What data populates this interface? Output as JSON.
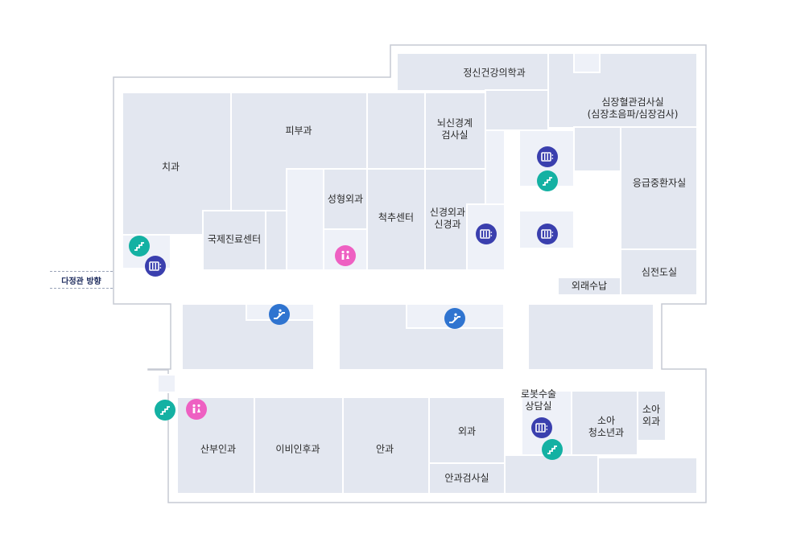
{
  "rooms": {
    "psychiatry": "정신건강의학과",
    "cardio_exam": "심장혈관검사실\n(심장초음파/심장검사)",
    "dental": "치과",
    "dermatology": "피부과",
    "neuro_exam": "뇌신경계\n검사실",
    "emergency_room": "응급중환자실",
    "plastic_surgery": "성형외과",
    "spine_center": "척추센터",
    "neurosurgery": "신경외과\n신경과",
    "international_center": "국제진료센터",
    "ecg_room": "심전도실",
    "outpatient_payment": "외래수납",
    "obgyn": "산부인과",
    "ent": "이비인후과",
    "ophthalmology": "안과",
    "surgery": "외과",
    "ophthalmic_exam": "안과검사실",
    "robot_surgery_consult": "로봇수술\n상담실",
    "pediatrics": "소아\n청소년과",
    "pediatric_surgery": "소아\n외과"
  },
  "direction_label": "다정관 방향",
  "icons": {
    "elevator": "elevator-icon",
    "stairs": "stairs-icon",
    "escalator": "escalator-icon",
    "restroom": "restroom-icon"
  },
  "colors": {
    "room_fill": "#e3e7f0",
    "room_light": "#eef1f8",
    "corridor": "#ffffff",
    "outline": "#c6cad4",
    "elevator": "#3a3fae",
    "stairs": "#14b1a3",
    "escalator": "#2f74d0",
    "restroom": "#ee60c2"
  }
}
